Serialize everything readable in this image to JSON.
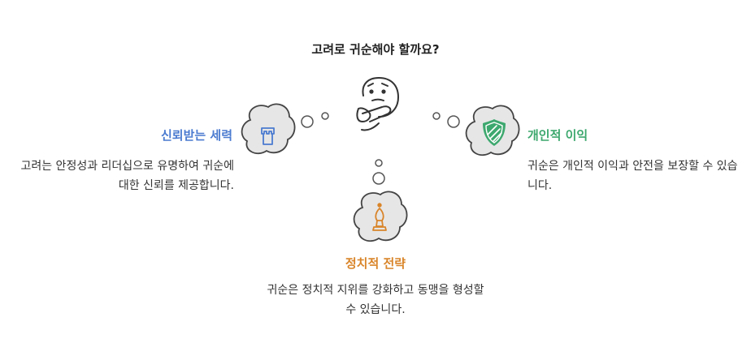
{
  "title": "고려로 귀순해야 할까요?",
  "left": {
    "heading": "신뢰받는 세력",
    "text": "고려는 안정성과 리더십으로 유명하여 귀순에 대한 신뢰를 제공합니다.",
    "color": "#4b7bd0",
    "icon": "castle-tower-icon"
  },
  "right": {
    "heading": "개인적 이익",
    "text": "귀순은 개인적 이익과 안전을 보장할 수 있습니다.",
    "color": "#3da86e",
    "icon": "shield-icon"
  },
  "bottom": {
    "heading": "정치적 전략",
    "text": "귀순은 정치적 지위를 강화하고 동맹을 형성할 수 있습니다.",
    "color": "#d9852a",
    "icon": "chess-bishop-icon"
  },
  "center_icon": "thinking-face-icon"
}
